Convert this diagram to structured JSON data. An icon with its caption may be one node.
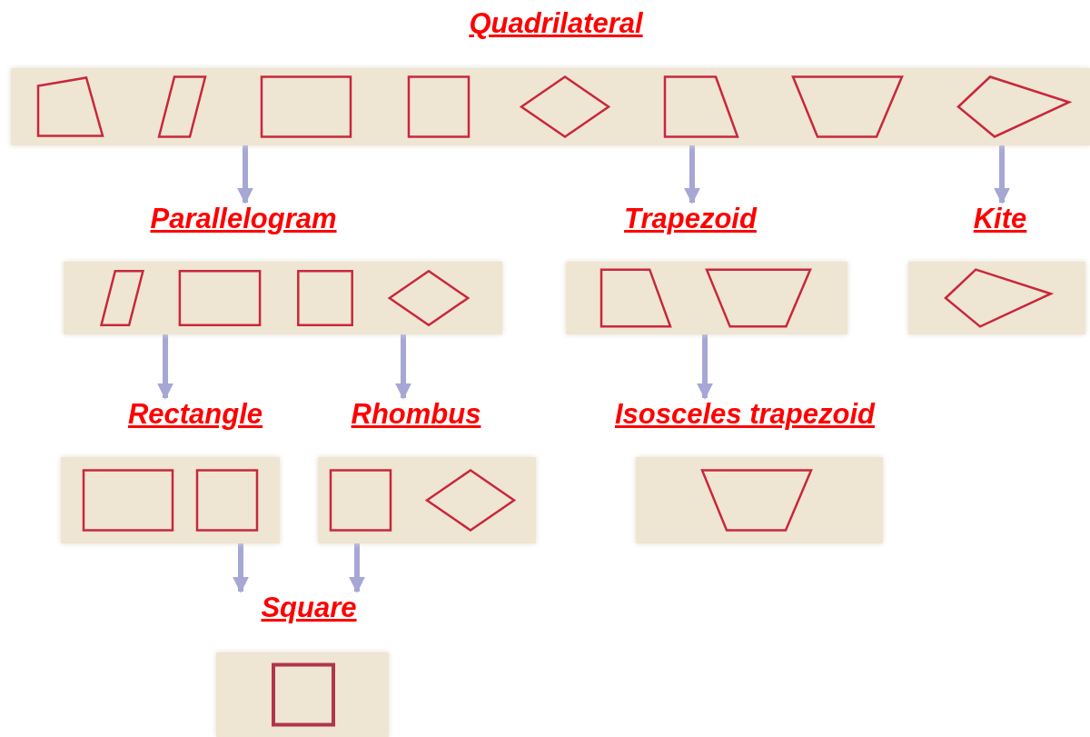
{
  "diagram": {
    "nodes": [
      {
        "text": [
          "Quadrilateral"
        ]
      },
      {
        "text": [
          "Parallelogram"
        ]
      },
      {
        "text": [
          "Trapezoid"
        ]
      },
      {
        "text": [
          "Kite"
        ]
      },
      {
        "text": [
          "Rectangle"
        ]
      },
      {
        "text": [
          "Rhombus"
        ]
      },
      {
        "text": [
          "Isosceles trapezoid"
        ]
      },
      {
        "text": [
          "Square"
        ]
      }
    ],
    "edges": [
      {
        "from": 0,
        "to": 1,
        "arrow": "to"
      },
      {
        "from": 0,
        "to": 2,
        "arrow": "to"
      },
      {
        "from": 0,
        "to": 3,
        "arrow": "to"
      },
      {
        "from": 1,
        "to": 4,
        "arrow": "to"
      },
      {
        "from": 1,
        "to": 5,
        "arrow": "to"
      },
      {
        "from": 2,
        "to": 6,
        "arrow": "to"
      },
      {
        "from": 4,
        "to": 7,
        "arrow": "to"
      },
      {
        "from": 5,
        "to": 7,
        "arrow": "to"
      }
    ]
  }
}
